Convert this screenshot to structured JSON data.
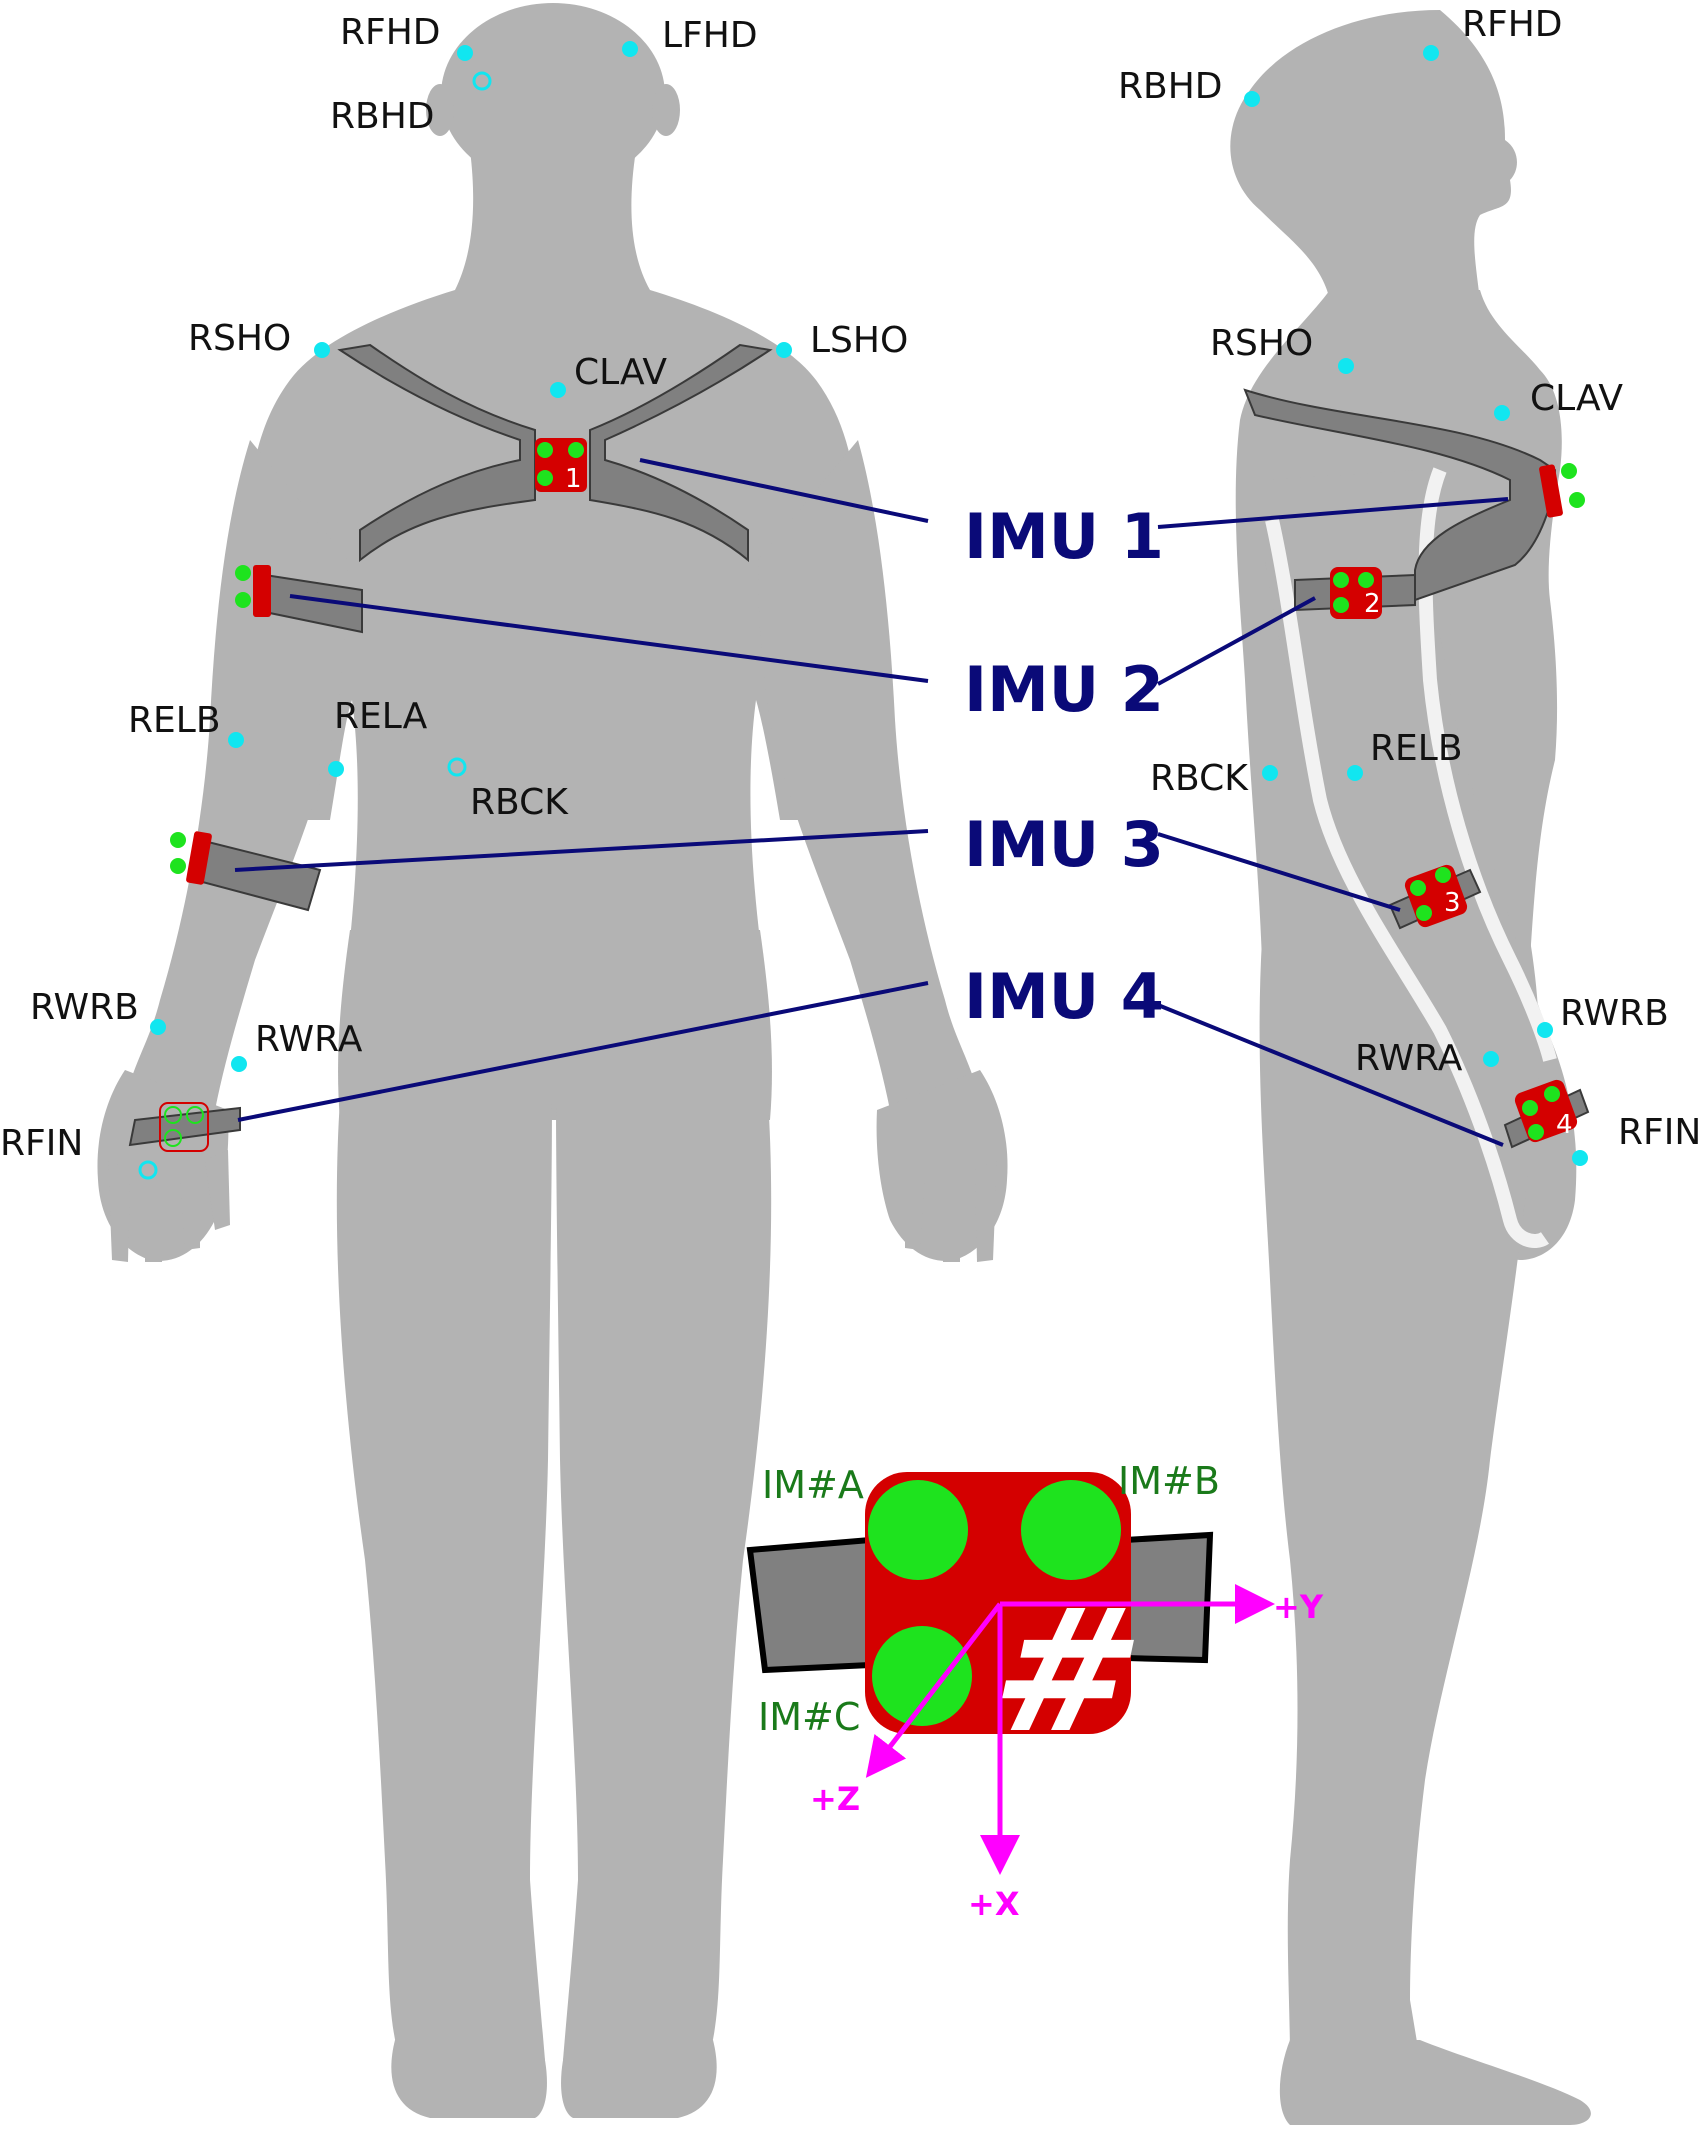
{
  "colors": {
    "body": "#b3b3b3",
    "strap": "#808080",
    "strap_outline": "#3a3a3a",
    "sensor_red": "#d40000",
    "sensor_green": "#1ee31e",
    "marker_cyan": "#11e6f0",
    "imu_navy": "#0a0a78",
    "axis_magenta": "#ff00ff",
    "cluster_label_green": "#1a7a1a",
    "marker_text": "#111111"
  },
  "markers_front": [
    {
      "id": "RFHD",
      "label": "RFHD"
    },
    {
      "id": "LFHD",
      "label": "LFHD"
    },
    {
      "id": "RBHD",
      "label": "RBHD",
      "hidden": true
    },
    {
      "id": "RSHO",
      "label": "RSHO"
    },
    {
      "id": "LSHO",
      "label": "LSHO"
    },
    {
      "id": "CLAV",
      "label": "CLAV"
    },
    {
      "id": "RELB",
      "label": "RELB"
    },
    {
      "id": "RELA",
      "label": "RELA"
    },
    {
      "id": "RBCK",
      "label": "RBCK",
      "hidden": true
    },
    {
      "id": "RWRB",
      "label": "RWRB"
    },
    {
      "id": "RWRA",
      "label": "RWRA"
    },
    {
      "id": "RFIN",
      "label": "RFIN",
      "hidden": true
    }
  ],
  "markers_side": [
    {
      "id": "RFHD",
      "label": "RFHD"
    },
    {
      "id": "RBHD",
      "label": "RBHD"
    },
    {
      "id": "RSHO",
      "label": "RSHO"
    },
    {
      "id": "CLAV",
      "label": "CLAV"
    },
    {
      "id": "RBCK",
      "label": "RBCK"
    },
    {
      "id": "RELB",
      "label": "RELB"
    },
    {
      "id": "RWRB",
      "label": "RWRB"
    },
    {
      "id": "RWRA",
      "label": "RWRA"
    },
    {
      "id": "RFIN",
      "label": "RFIN"
    }
  ],
  "imus": [
    {
      "id": "imu1",
      "label": "IMU 1",
      "number": "1"
    },
    {
      "id": "imu2",
      "label": "IMU 2",
      "number": "2"
    },
    {
      "id": "imu3",
      "label": "IMU 3",
      "number": "3"
    },
    {
      "id": "imu4",
      "label": "IMU 4",
      "number": "4"
    }
  ],
  "cluster": {
    "markers": [
      "IM#A",
      "IM#B",
      "IM#C"
    ],
    "symbol": "#",
    "axes": {
      "y": "+Y",
      "z": "+Z",
      "x": "+X"
    }
  }
}
